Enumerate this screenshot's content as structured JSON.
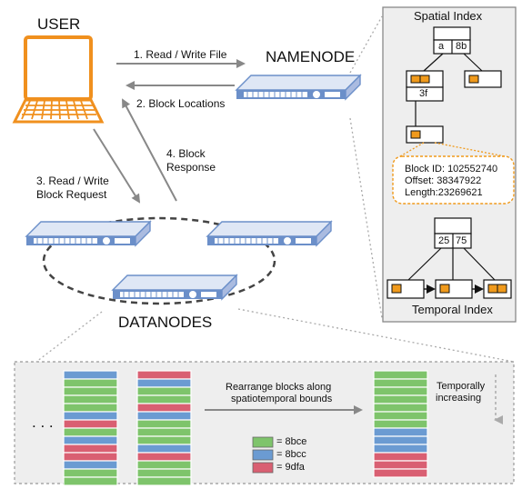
{
  "labels": {
    "user": "USER",
    "namenode": "NAMENODE",
    "datanodes": "DATANODES",
    "step1": "1. Read / Write File",
    "step2": "2. Block Locations",
    "step3_line1": "3. Read / Write",
    "step3_line2": "Block Request",
    "step4_line1": "4. Block",
    "step4_line2": "Response",
    "ellipsis": ". . ."
  },
  "spatial_index": {
    "title": "Spatial Index",
    "root_cells": [
      "a",
      "8b"
    ],
    "child_label": "3f",
    "block_info": {
      "id": "Block ID: 102552740",
      "offset": "Offset: 38347922",
      "length": "Length:23269621"
    }
  },
  "temporal_index": {
    "title": "Temporal Index",
    "root_cells": [
      "25",
      "75"
    ]
  },
  "rearrange": {
    "caption_line1": "Rearrange blocks along",
    "caption_line2": "spatiotemporal bounds",
    "side_line1": "Temporally",
    "side_line2": "increasing"
  },
  "legend": [
    {
      "label": "= 8bce",
      "color": "#7ec46b",
      "key": "g"
    },
    {
      "label": "= 8bcc",
      "color": "#6b9bd2",
      "key": "b"
    },
    {
      "label": "= 9dfa",
      "color": "#d95f72",
      "key": "r"
    }
  ],
  "colors": {
    "laptop": "#f0901e",
    "server_blue": "#6b8fc9",
    "block_orange": "#f09a1c",
    "panel_bg": "#eeeeee",
    "arrow": "#888888"
  },
  "stacks": {
    "col1": [
      "b",
      "g",
      "g",
      "g",
      "g",
      "b",
      "r",
      "g",
      "b",
      "r",
      "r",
      "b",
      "g",
      "g"
    ],
    "col2": [
      "r",
      "b",
      "g",
      "g",
      "r",
      "b",
      "g",
      "g",
      "g",
      "b",
      "r",
      "g",
      "g",
      "g"
    ],
    "col3": [
      "g",
      "g",
      "g",
      "g",
      "g",
      "g",
      "g",
      "b",
      "b",
      "b",
      "r",
      "r",
      "r"
    ]
  }
}
